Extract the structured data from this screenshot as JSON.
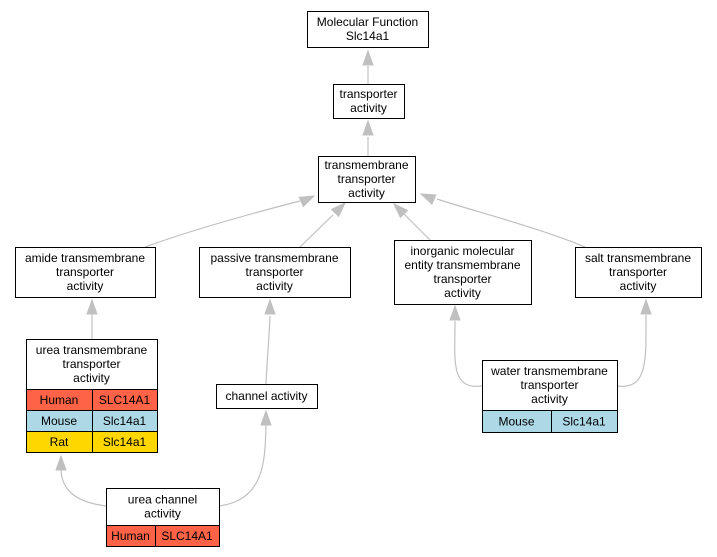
{
  "colors": {
    "human": "#ff6347",
    "mouse": "#add8e6",
    "rat": "#ffd700",
    "edge": "#c0c0c0"
  },
  "nodes": {
    "root": [
      "Molecular Function",
      "Slc14a1"
    ],
    "transporter": [
      "transporter",
      "activity"
    ],
    "transmembrane": [
      "transmembrane",
      "transporter",
      "activity"
    ],
    "amide": [
      "amide transmembrane",
      "transporter",
      "activity"
    ],
    "passive": [
      "passive transmembrane",
      "transporter",
      "activity"
    ],
    "inorganic": [
      "inorganic molecular",
      "entity transmembrane",
      "transporter",
      "activity"
    ],
    "salt": [
      "salt transmembrane",
      "transporter",
      "activity"
    ],
    "urea_tm": [
      "urea transmembrane",
      "transporter",
      "activity"
    ],
    "channel": [
      "channel activity"
    ],
    "water": [
      "water transmembrane",
      "transporter",
      "activity"
    ],
    "urea_channel": [
      "urea channel",
      "activity"
    ]
  },
  "annotations": {
    "urea_tm": [
      {
        "species": "Human",
        "gene": "SLC14A1",
        "color": "#ff6347"
      },
      {
        "species": "Mouse",
        "gene": "Slc14a1",
        "color": "#add8e6"
      },
      {
        "species": "Rat",
        "gene": "Slc14a1",
        "color": "#ffd700"
      }
    ],
    "water": [
      {
        "species": "Mouse",
        "gene": "Slc14a1",
        "color": "#add8e6"
      }
    ],
    "urea_channel": [
      {
        "species": "Human",
        "gene": "SLC14A1",
        "color": "#ff6347"
      }
    ]
  },
  "edges": [
    {
      "from": "transporter",
      "to": "root"
    },
    {
      "from": "transmembrane",
      "to": "transporter"
    },
    {
      "from": "amide",
      "to": "transmembrane"
    },
    {
      "from": "passive",
      "to": "transmembrane"
    },
    {
      "from": "inorganic",
      "to": "transmembrane"
    },
    {
      "from": "salt",
      "to": "transmembrane"
    },
    {
      "from": "urea_tm",
      "to": "amide"
    },
    {
      "from": "channel",
      "to": "passive"
    },
    {
      "from": "water",
      "to": "inorganic"
    },
    {
      "from": "water",
      "to": "salt"
    },
    {
      "from": "urea_channel",
      "to": "urea_tm"
    },
    {
      "from": "urea_channel",
      "to": "channel"
    }
  ]
}
